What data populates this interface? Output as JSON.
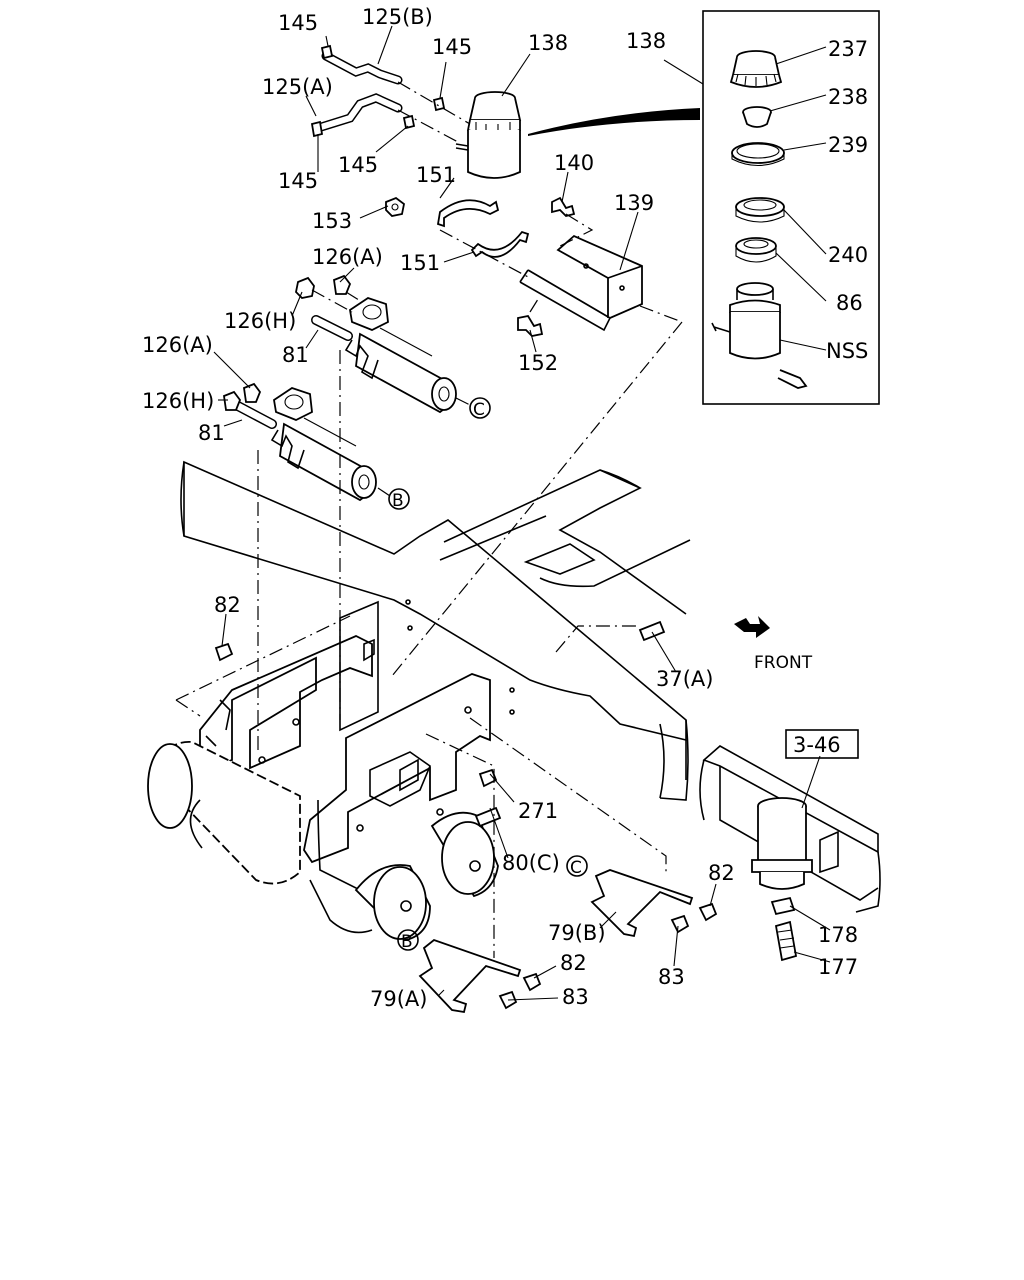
{
  "callouts": [
    {
      "id": "145_a",
      "text": "145"
    },
    {
      "id": "125b",
      "text": "125(B)"
    },
    {
      "id": "145_b",
      "text": "145"
    },
    {
      "id": "138_a",
      "text": "138"
    },
    {
      "id": "138_b",
      "text": "138"
    },
    {
      "id": "125a",
      "text": "125(A)"
    },
    {
      "id": "145_c",
      "text": "145"
    },
    {
      "id": "145_d",
      "text": "145"
    },
    {
      "id": "151_a",
      "text": "151"
    },
    {
      "id": "140",
      "text": "140"
    },
    {
      "id": "139",
      "text": "139"
    },
    {
      "id": "153",
      "text": "153"
    },
    {
      "id": "151_b",
      "text": "151"
    },
    {
      "id": "126a_a",
      "text": "126(A)"
    },
    {
      "id": "126h_a",
      "text": "126(H)"
    },
    {
      "id": "152",
      "text": "152"
    },
    {
      "id": "126a_b",
      "text": "126(A)"
    },
    {
      "id": "81_a",
      "text": "81"
    },
    {
      "id": "126h_b",
      "text": "126(H)"
    },
    {
      "id": "81_b",
      "text": "81"
    },
    {
      "id": "82_a",
      "text": "82"
    },
    {
      "id": "37a",
      "text": "37(A)"
    },
    {
      "id": "271",
      "text": "271"
    },
    {
      "id": "80c",
      "text": "80(C)"
    },
    {
      "id": "82_b",
      "text": "82"
    },
    {
      "id": "79b",
      "text": "79(B)"
    },
    {
      "id": "83_a",
      "text": "83"
    },
    {
      "id": "82_c",
      "text": "82"
    },
    {
      "id": "79a",
      "text": "79(A)"
    },
    {
      "id": "83_b",
      "text": "83"
    },
    {
      "id": "178",
      "text": "178"
    },
    {
      "id": "177",
      "text": "177"
    }
  ],
  "inset_callouts": [
    {
      "id": "237",
      "text": "237"
    },
    {
      "id": "238",
      "text": "238"
    },
    {
      "id": "239",
      "text": "239"
    },
    {
      "id": "240",
      "text": "240"
    },
    {
      "id": "86",
      "text": "86"
    },
    {
      "id": "nss",
      "text": "NSS"
    }
  ],
  "connection_markers": [
    {
      "id": "c_upper",
      "text": "C"
    },
    {
      "id": "b_upper",
      "text": "B"
    },
    {
      "id": "c_lower",
      "text": "C"
    },
    {
      "id": "b_lower",
      "text": "B"
    }
  ],
  "reference_box": {
    "text": "3-46"
  },
  "front_indicator": {
    "text": "FRONT",
    "icon": "arrow-front-icon"
  }
}
